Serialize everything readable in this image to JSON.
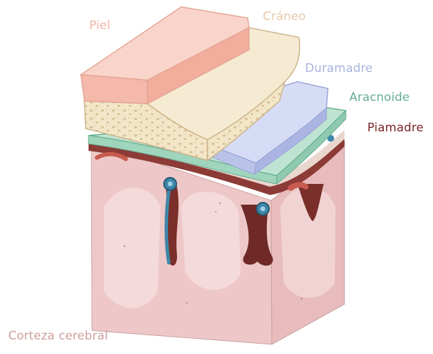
{
  "labels": {
    "piel": "Piel",
    "craneo": "Cráneo",
    "duramadre": "Duramadre",
    "aracnoide": "Aracnoide",
    "piamadre": "Piamadre",
    "corteza": "Corteza cerebral"
  },
  "colors": {
    "piel": "#f0b4a4",
    "craneo": "#e8c7a9",
    "duramadre": "#a9b2de",
    "aracnoide": "#63ae8e",
    "piamadre": "#7b2424",
    "corteza": "#cc9e9e",
    "skin_layer": "#f6c6bb",
    "bone_layer": "#f1e3c5",
    "dura_layer": "#c9d1f0",
    "arachnoid_layer": "#a9dcc5",
    "brain_tissue": "#eec3c3",
    "vessel_blue": "#3f86a8",
    "vessel_red": "#c75b4e"
  }
}
